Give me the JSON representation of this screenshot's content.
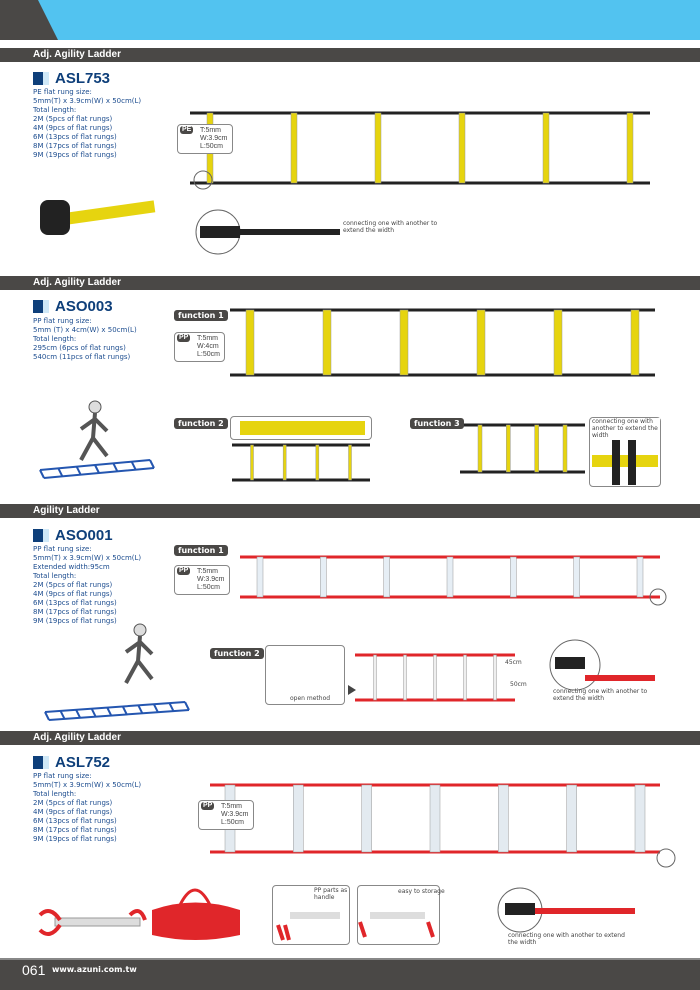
{
  "page_number": "061",
  "website": "www.azuni.com.tw",
  "colors": {
    "header": "#52c3f0",
    "bar": "#4a4846",
    "text": "#1d4d8f",
    "yellow": "#e6d40f",
    "red": "#e0262a"
  },
  "sections": [
    {
      "title": "Adj. Agility Ladder",
      "code": "ASL753",
      "specs": [
        "PE flat rung size:",
        "5mm(T) x 3.9cm(W) x 50cm(L)",
        "Total length:",
        "2M (5pcs of flat rungs)",
        "4M (9pcs of flat rungs)",
        "6M (13pcs of flat rungs)",
        "8M (17pcs of flat rungs)",
        "9M (19pcs of flat rungs)"
      ],
      "callout": {
        "material": "PE",
        "lines": [
          "T:5mm",
          "W:3.9cm",
          "L:50cm"
        ]
      },
      "note": "connecting one with another to extend the width"
    },
    {
      "title": "Adj. Agility Ladder",
      "code": "ASO003",
      "specs": [
        "PP flat rung size:",
        "5mm (T) x 4cm(W) x 50cm(L)",
        "Total length:",
        "295cm (6pcs of flat rungs)",
        "540cm (11pcs of flat rungs)"
      ],
      "callout": {
        "material": "PP",
        "lines": [
          "T:5mm",
          "W:4cm",
          "L:50cm"
        ]
      },
      "functions": [
        "function 1",
        "function 2",
        "function 3"
      ],
      "note": "connecting one with another to extend the width"
    },
    {
      "title": "Agility Ladder",
      "code": "ASO001",
      "specs": [
        "PP flat rung size:",
        "5mm(T) x 3.9cm(W) x 50cm(L)",
        "Extended width:95cm",
        "Total length:",
        "2M (5pcs of flat rungs)",
        "4M (9pcs of flat rungs)",
        "6M (13pcs of flat rungs)",
        "8M (17pcs of flat rungs)",
        "9M (19pcs of flat rungs)"
      ],
      "callout": {
        "material": "PP",
        "lines": [
          "T:5mm",
          "W:3.9cm",
          "L:50cm"
        ]
      },
      "functions": [
        "function 1",
        "function 2"
      ],
      "open_method": "open method",
      "dim_45": "45cm",
      "dim_50": "50cm",
      "note": "connecting one with another to extend the width"
    },
    {
      "title": "Adj. Agility Ladder",
      "code": "ASL752",
      "specs": [
        "PP flat rung size:",
        "5mm(T) x 3.9cm(W) x 50cm(L)",
        "Total length:",
        "2M (5pcs of flat rungs)",
        "4M (9pcs of flat rungs)",
        "6M (13pcs of flat rungs)",
        "8M (17pcs of flat rungs)",
        "9M (19pcs of flat rungs)"
      ],
      "callout": {
        "material": "PP",
        "lines": [
          "T:5mm",
          "W:3.9cm",
          "L:50cm"
        ]
      },
      "handle_note": "PP parts as handle",
      "storage_note": "easy to storage",
      "note": "connecting one with another to extend the width"
    }
  ]
}
